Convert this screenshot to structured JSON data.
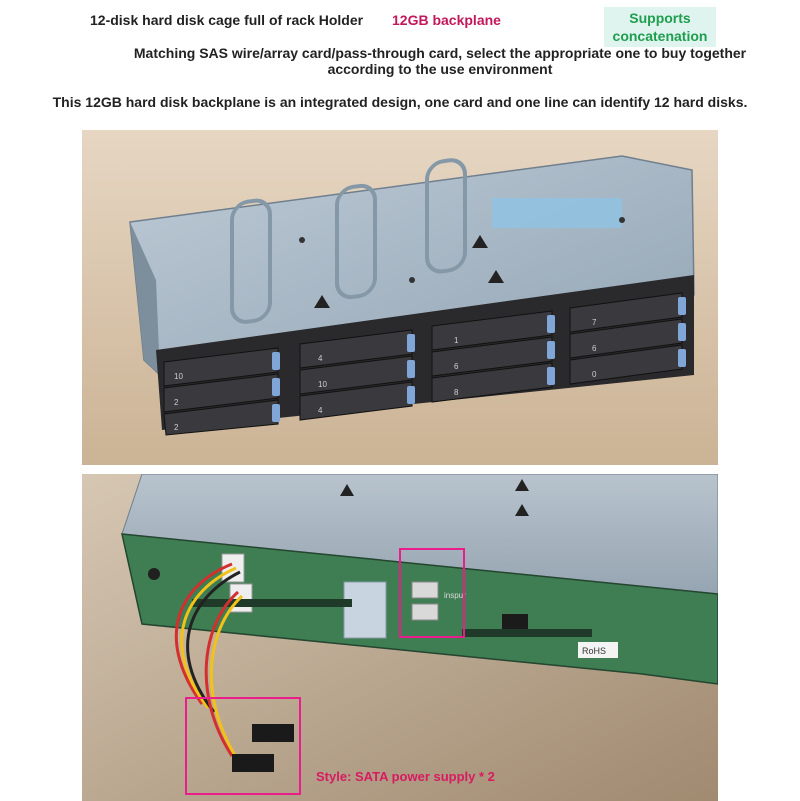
{
  "header": {
    "title": "12-disk hard disk cage full of rack Holder",
    "backplane": "12GB backplane",
    "badge_line1": "Supports",
    "badge_line2": "concatenation",
    "subtitle_line1": "Matching SAS wire/array card/pass-through card, select the appropriate one to buy together",
    "subtitle_line2": "according to the use environment",
    "description": "This 12GB hard disk backplane is an integrated design, one card and one line can identify 12 hard disks."
  },
  "photo1": {
    "bay_labels": [
      "10",
      "2",
      "2",
      "4",
      "10",
      "4",
      "1",
      "6",
      "8",
      "7",
      "6",
      "0"
    ]
  },
  "photo2": {
    "caption": "Style: SATA power supply * 2",
    "board_marking": "RoHS",
    "brand": "inspur"
  },
  "colors": {
    "accent_pink": "#d81b60",
    "badge_green": "#1e9e4e",
    "chassis": "#a9bac8",
    "pcb": "#3f7d52"
  }
}
